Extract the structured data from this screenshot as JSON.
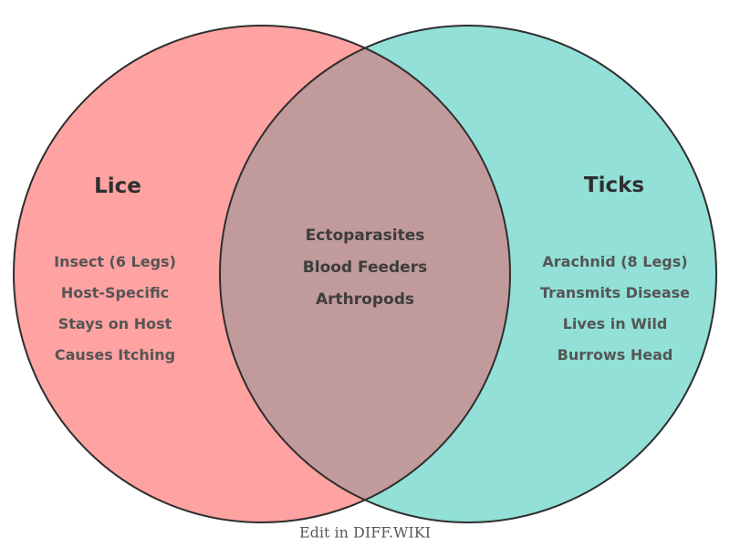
{
  "venn": {
    "left": {
      "title": "Lice",
      "items": [
        "Insect (6 Legs)",
        "Host-Specific",
        "Stays on Host",
        "Causes Itching"
      ]
    },
    "right": {
      "title": "Ticks",
      "items": [
        "Arachnid (8 Legs)",
        "Transmits Disease",
        "Lives in Wild",
        "Burrows Head"
      ]
    },
    "overlap": {
      "items": [
        "Ectoparasites",
        "Blood Feeders",
        "Arthropods"
      ]
    }
  },
  "footer": {
    "label": "Edit in DIFF.WIKI"
  },
  "colors": {
    "left_fill": "#ffa2a2",
    "right_fill": "#92e0d7",
    "overlap_fill": "#c19a9b",
    "outline": "#2e2e2e",
    "title_text": "#2f2f2f",
    "side_item_text": "#555555",
    "center_item_text": "#3d3d3d",
    "footer_text": "#5a5a5a"
  }
}
